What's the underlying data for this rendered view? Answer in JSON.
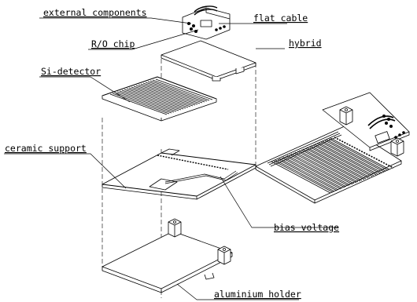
{
  "labels": {
    "external_components": "external components",
    "flat_cable": "flat cable",
    "ro_chip": "R/O chip",
    "hybrid": "hybrid",
    "si_detector": "Si-detector",
    "ceramic_support": "ceramic support",
    "bias_voltage": "bias voltage",
    "aluminium_holder": "aluminium holder"
  }
}
